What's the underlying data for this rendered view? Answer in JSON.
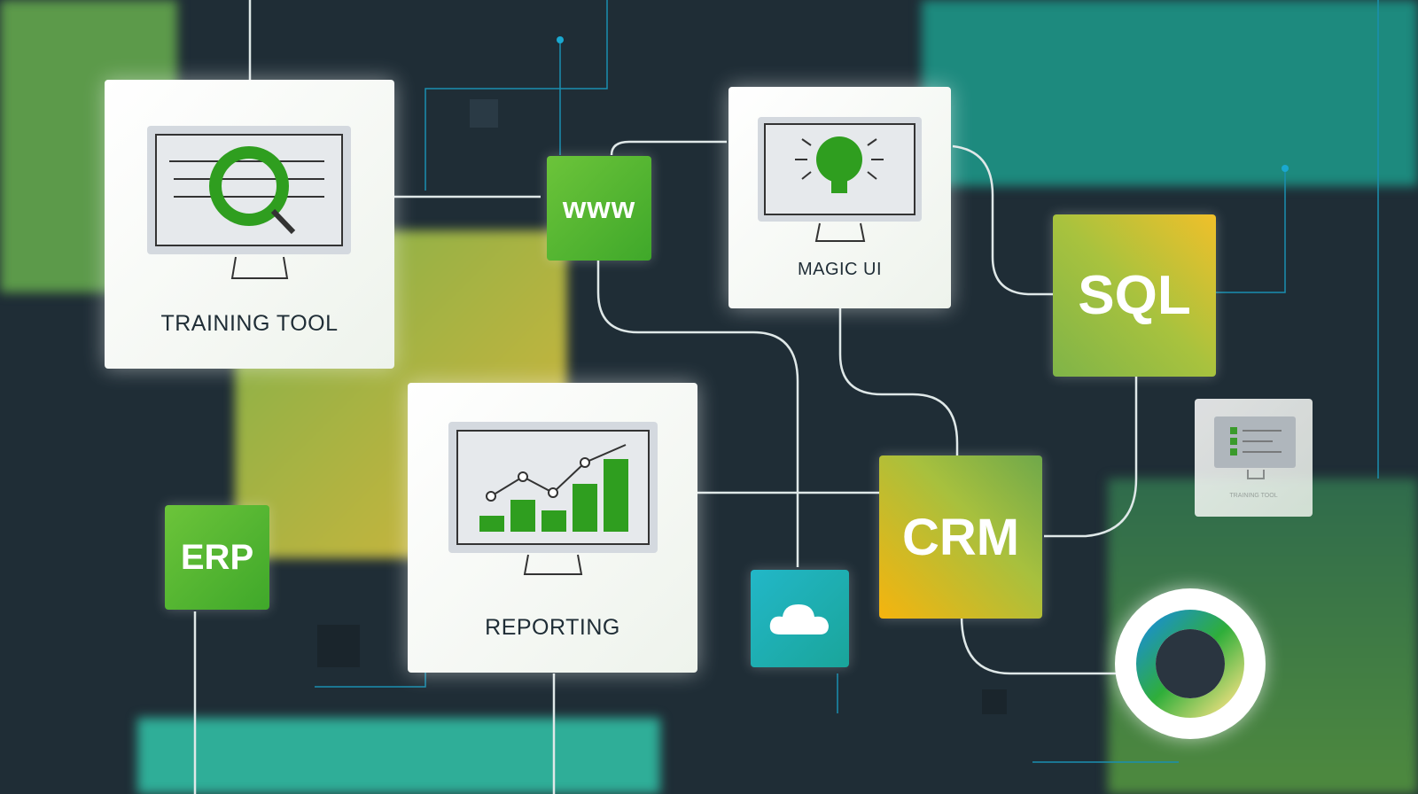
{
  "cards": {
    "training_tool": "TRAINING TOOL",
    "magic_ui": "MAGIC UI",
    "reporting": "REPORTING",
    "small_card": "TRAINING TOOL"
  },
  "tiles": {
    "www": "www",
    "sql": "SQL",
    "crm": "CRM",
    "erp": "ERP"
  },
  "colors": {
    "background": "#1f2d36",
    "green": "#3fae2a",
    "teal": "#1fb3c0",
    "yellow": "#f2c12e"
  }
}
